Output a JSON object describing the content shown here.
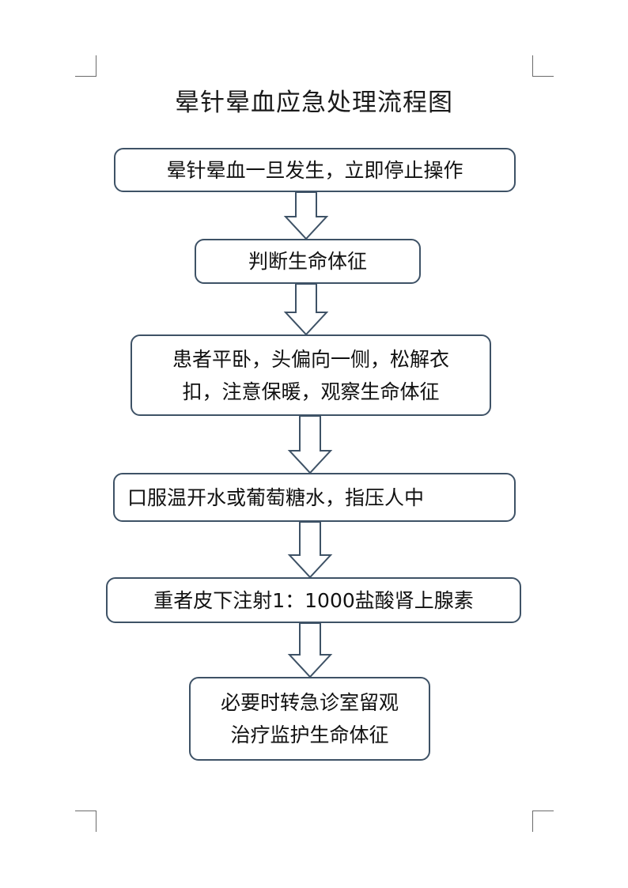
{
  "title": "晕针晕血应急处理流程图",
  "steps": [
    {
      "lines": [
        "晕针晕血一旦发生，立即停止操作"
      ]
    },
    {
      "lines": [
        "判断生命体征"
      ]
    },
    {
      "lines": [
        "患者平卧，头偏向一侧，松解衣",
        "扣，注意保暖，观察生命体征"
      ]
    },
    {
      "lines": [
        "口服温开水或葡萄糖水，指压人中"
      ]
    },
    {
      "lines": [
        "重者皮下注射1：1000盐酸肾上腺素"
      ]
    },
    {
      "lines": [
        "必要时转急诊室留观",
        "治疗监护生命体征"
      ]
    }
  ],
  "colors": {
    "box_border": "#3e5266",
    "arrow_stroke": "#3e5266"
  }
}
